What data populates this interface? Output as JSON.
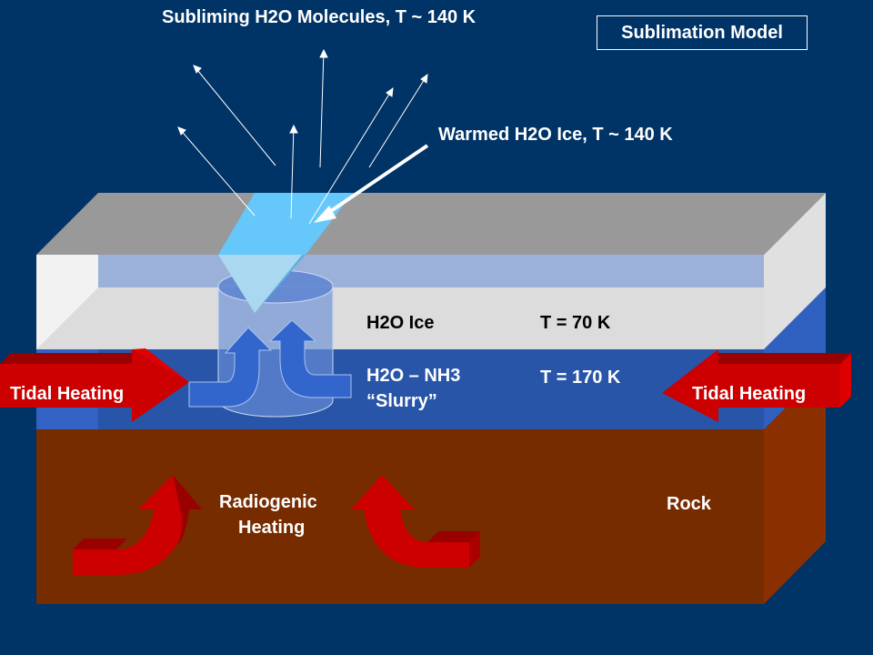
{
  "title_box": "Sublimation Model",
  "labels": {
    "subliming": "Subliming H2O Molecules, T ~ 140 K",
    "warmed": "Warmed H2O Ice, T ~ 140 K",
    "ice": "H2O Ice",
    "ice_temp": "T = 70 K",
    "slurry_line1": "H2O – NH3",
    "slurry_line2": "“Slurry”",
    "slurry_temp": "T = 170 K",
    "tidal_left": "Tidal Heating",
    "tidal_right": "Tidal Heating",
    "radiogenic_line1": "Radiogenic",
    "radiogenic_line2": "Heating",
    "rock": "Rock"
  },
  "colors": {
    "background": "#003366",
    "ice_top": "#999999",
    "ice_front": "#dcdcdc",
    "slurry": "#2855a8",
    "rock": "#772c00",
    "heating_arrow": "#cc0000"
  }
}
